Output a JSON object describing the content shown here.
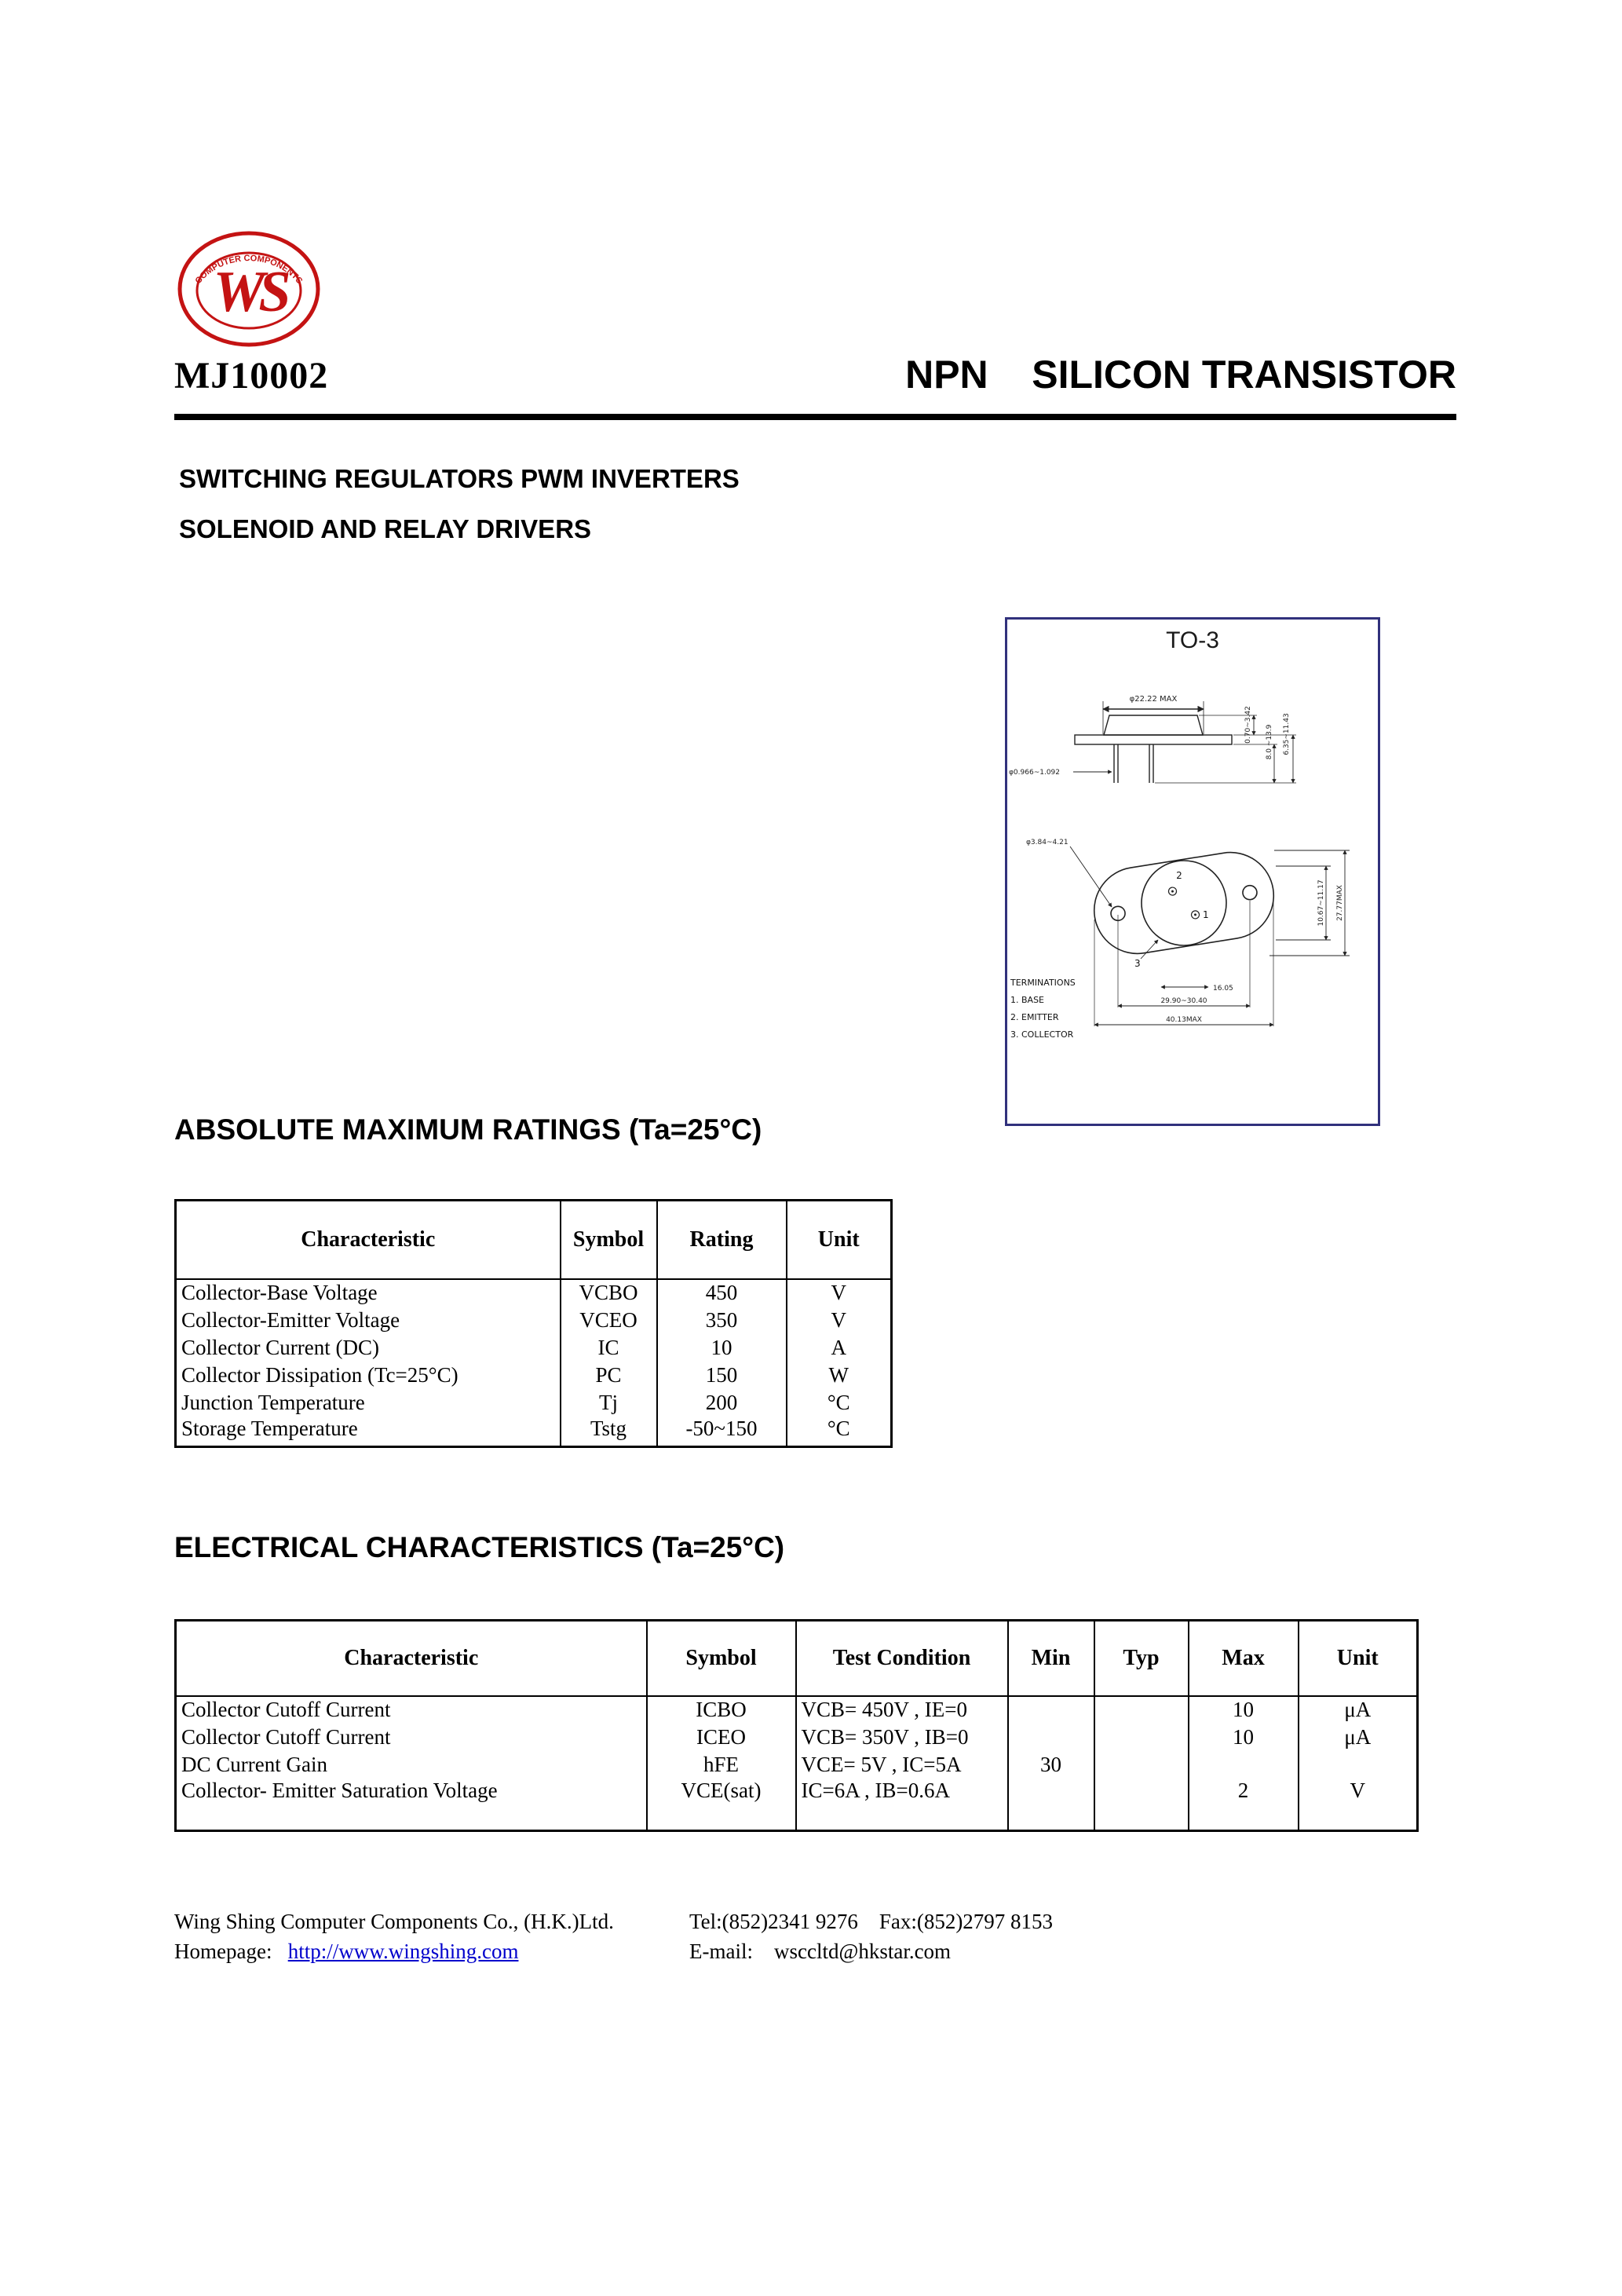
{
  "theme": {
    "logo_red": "#c41313",
    "box_border": "#31317c",
    "link_blue": "#0000cc"
  },
  "header": {
    "part_number": "MJ10002",
    "title": "NPN    SILICON TRANSISTOR",
    "application_line1": "SWITCHING REGULATORS PWM INVERTERS",
    "application_line2": "SOLENOID AND RELAY DRIVERS"
  },
  "logo": {
    "monogram": "WS",
    "arc_text": "COMPUTER COMPONENTS"
  },
  "package": {
    "name": "TO-3",
    "pins": {
      "p1": "1",
      "p2": "2",
      "p3": "3"
    },
    "dims": {
      "cap_dia": "φ22.22  MAX",
      "pin_dia": "φ0.966~1.092",
      "hole_dia": "φ3.84~4.21",
      "seat": "0.70~3.42",
      "pin_len1": "8.0 ~13.9",
      "pin_len2": "6.35~11.43",
      "body_w": "10.67~11.17",
      "body_h": "27.77MAX",
      "pin_span": "16.05",
      "hole_span": "29.90~30.40",
      "flange_len": "40.13MAX"
    },
    "terminations": {
      "title": "TERMINATIONS",
      "item1": "1. BASE",
      "item2": "2. EMITTER",
      "item3": "3. COLLECTOR"
    }
  },
  "abs_max": {
    "heading": "ABSOLUTE MAXIMUM RATINGS (Ta=25°C)",
    "columns": [
      "Characteristic",
      "Symbol",
      "Rating",
      "Unit"
    ],
    "rows": [
      {
        "characteristic": "Collector-Base Voltage",
        "symbol": "VCBO",
        "rating": "450",
        "unit": "V"
      },
      {
        "characteristic": "Collector-Emitter Voltage",
        "symbol": "VCEO",
        "rating": "350",
        "unit": "V"
      },
      {
        "characteristic": "Collector Current (DC)",
        "symbol": "IC",
        "rating": "10",
        "unit": "A"
      },
      {
        "characteristic": "Collector Dissipation (Tc=25°C)",
        "symbol": "PC",
        "rating": "150",
        "unit": "W"
      },
      {
        "characteristic": "Junction Temperature",
        "symbol": "Tj",
        "rating": "200",
        "unit": "°C"
      },
      {
        "characteristic": "Storage Temperature",
        "symbol": "Tstg",
        "rating": "-50~150",
        "unit": "°C"
      }
    ]
  },
  "electrical": {
    "heading": "ELECTRICAL CHARACTERISTICS (Ta=25°C)",
    "columns": [
      "Characteristic",
      "Symbol",
      "Test Condition",
      "Min",
      "Typ",
      "Max",
      "Unit"
    ],
    "rows": [
      {
        "characteristic": "Collector Cutoff Current",
        "symbol": "ICBO",
        "test_condition": "VCB= 450V , IE=0",
        "min": "",
        "typ": "",
        "max": "10",
        "unit": "μA"
      },
      {
        "characteristic": "Collector Cutoff Current",
        "symbol": "ICEO",
        "test_condition": "VCB= 350V , IB=0",
        "min": "",
        "typ": "",
        "max": "10",
        "unit": "μA"
      },
      {
        "characteristic": "DC Current Gain",
        "symbol": "hFE",
        "test_condition": "VCE= 5V , IC=5A",
        "min": "30",
        "typ": "",
        "max": "",
        "unit": ""
      },
      {
        "characteristic": "Collector- Emitter Saturation Voltage",
        "symbol": "VCE(sat)",
        "test_condition": "IC=6A , IB=0.6A",
        "min": "",
        "typ": "",
        "max": "2",
        "unit": "V"
      }
    ]
  },
  "footer": {
    "company": "Wing Shing Computer Components Co., (H.K.)Ltd.",
    "contact": "Tel:(852)2341 9276    Fax:(852)2797 8153",
    "homepage_label": "Homepage:   ",
    "homepage_url": "http://www.wingshing.com",
    "email_label": "E-mail:    ",
    "email": "wsccltd@hkstar.com"
  }
}
